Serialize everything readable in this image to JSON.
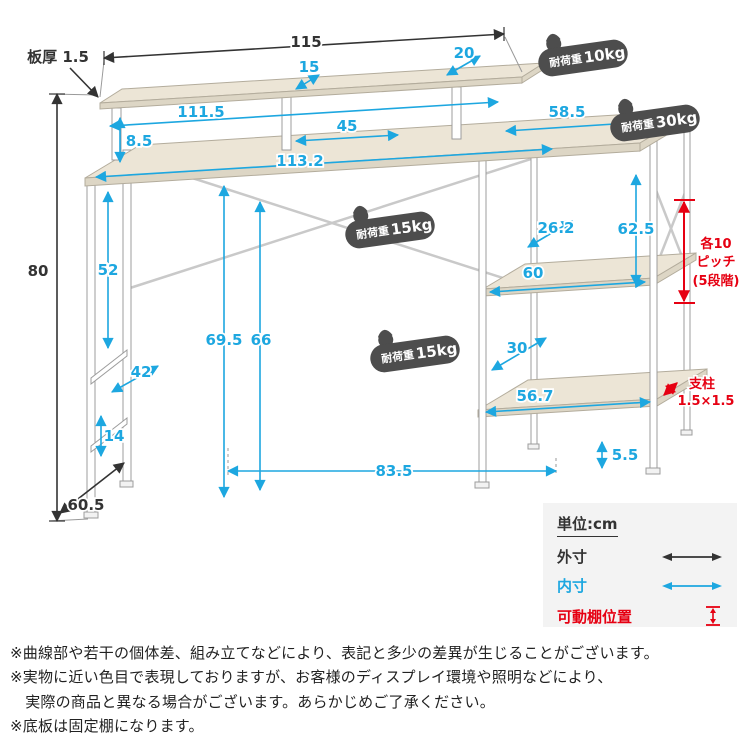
{
  "dims": {
    "black": {
      "overall_width": "115",
      "overall_height": "80",
      "overall_depth": "60.5",
      "board_thickness": "板厚 1.5"
    },
    "blue": {
      "shelf_depth": "15",
      "rear_depth": "20",
      "shelf_inner_width": "111.5",
      "shelf_gap": "8.5",
      "mid_span": "45",
      "right_span": "58.5",
      "desk_inner_width": "113.2",
      "side_upper": "52",
      "side_depth": "42",
      "side_lower": "14",
      "under_height": "69.5",
      "clear_height": "66",
      "mid_shelf_depth": "26.2",
      "right_clear_height": "62.5",
      "mid_shelf_width": "60",
      "bottom_shelf_depth": "30",
      "bottom_shelf_width": "56.7",
      "bottom_clearance": "5.5",
      "floor_span": "83.5"
    }
  },
  "weights": [
    {
      "prefix": "耐荷重",
      "value": "10kg"
    },
    {
      "prefix": "耐荷重",
      "value": "30kg"
    },
    {
      "prefix": "耐荷重",
      "value": "15kg"
    },
    {
      "prefix": "耐荷重",
      "value": "15kg"
    }
  ],
  "red_notes": {
    "pitch_line1": "各10",
    "pitch_line2": "ピッチ",
    "pitch_line3": "(5段階)",
    "post_line1": "支柱",
    "post_line2": "1.5×1.5"
  },
  "legend": {
    "unit": "単位:cm",
    "outer": "外寸",
    "inner": "内寸",
    "movable": "可動棚位置"
  },
  "notes": [
    "※曲線部や若干の個体差、組み立てなどにより、表記と多少の差異が生じることがございます。",
    "※実物に近い色目で表現しておりますが、お客様のディスプレイ環境や照明などにより、",
    "　実際の商品と異なる場合がございます。あらかじめご了承ください。",
    "※底板は固定棚になります。"
  ],
  "colors": {
    "blue": "#1da7e0",
    "red": "#e60012",
    "black": "#333333",
    "badge": "#4d4d4d",
    "wood": "#ece5d6"
  }
}
